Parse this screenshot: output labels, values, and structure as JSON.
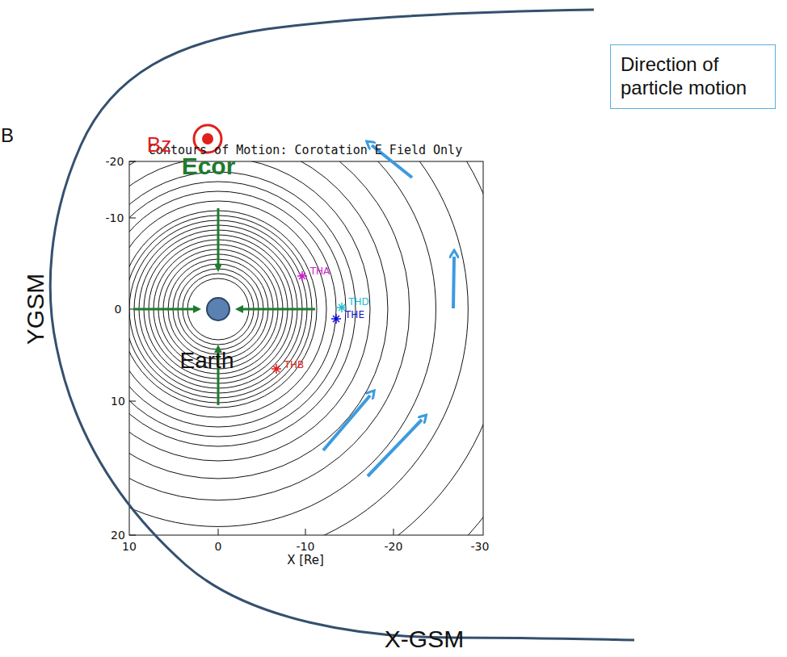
{
  "diagram": {
    "title": "Contours of Motion: Corotation E Field Only",
    "nodes": [
      {
        "text": [
          "Direction of particle motion"
        ]
      }
    ],
    "labels": [
      "Bz",
      "Ecor",
      "Earth",
      "THA",
      "THD",
      "THE",
      "THB",
      "-20",
      "-10",
      "0",
      "10",
      "20",
      "10",
      "0",
      "-10",
      "-20",
      "-30",
      "X [Re]",
      "YGSM",
      "X-GSM",
      "B"
    ]
  }
}
